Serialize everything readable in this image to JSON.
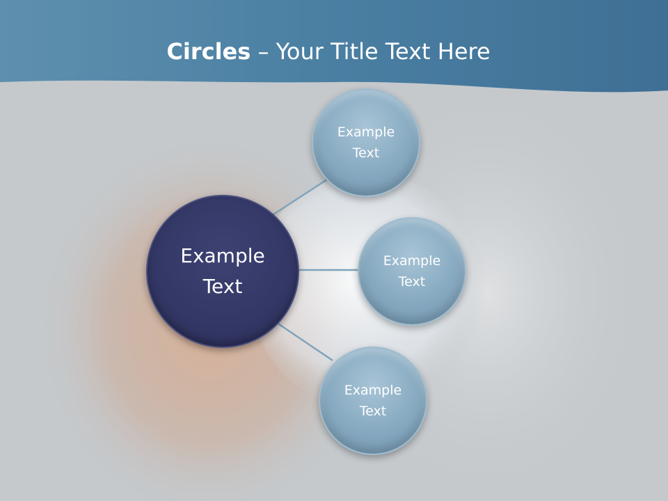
{
  "slide": {
    "title_bold": "Circles",
    "title_rest": " – Your Title Text Here"
  },
  "diagram": {
    "center": {
      "label": "Example Text"
    },
    "satellites": [
      {
        "label": "Example Text"
      },
      {
        "label": "Example Text"
      },
      {
        "label": "Example Text"
      }
    ]
  },
  "colors": {
    "header": "#4f86a8",
    "background": "#c5c9cc",
    "center_circle": "#333765",
    "satellite_circle": "#86a9c0",
    "connector": "#7fa3bb"
  }
}
